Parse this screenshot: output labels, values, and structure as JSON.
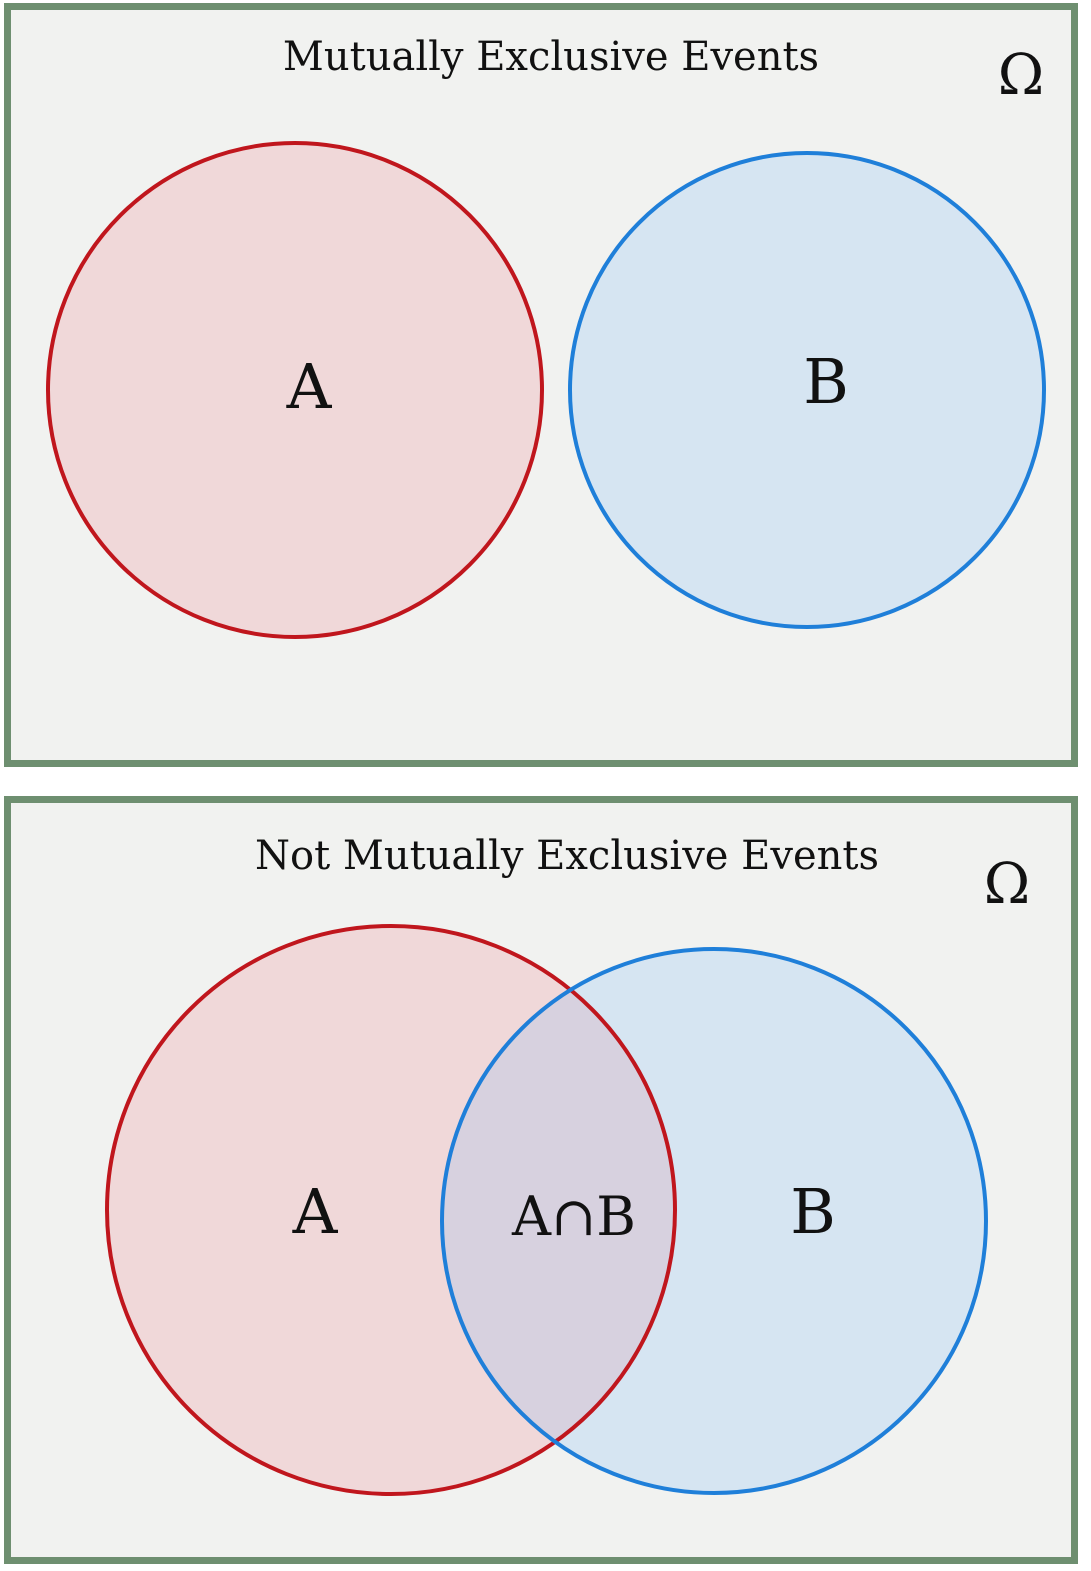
{
  "panels": [
    {
      "title": "Mutually Exclusive Events",
      "universe_symbol": "Ω",
      "set_a_label": "A",
      "set_b_label": "B"
    },
    {
      "title": "Not Mutually Exclusive Events",
      "universe_symbol": "Ω",
      "set_a_label": "A",
      "set_b_label": "B",
      "intersection_label": "A∩B"
    }
  ],
  "colors": {
    "frame": "#6e8f70",
    "background": "#f1f2f0",
    "set_a_stroke": "#c0161d",
    "set_a_fill": "#f0d8d9",
    "set_b_stroke": "#1f7fd9",
    "set_b_fill": "#d6e5f2",
    "overlap_fill": "#d7d1df"
  }
}
